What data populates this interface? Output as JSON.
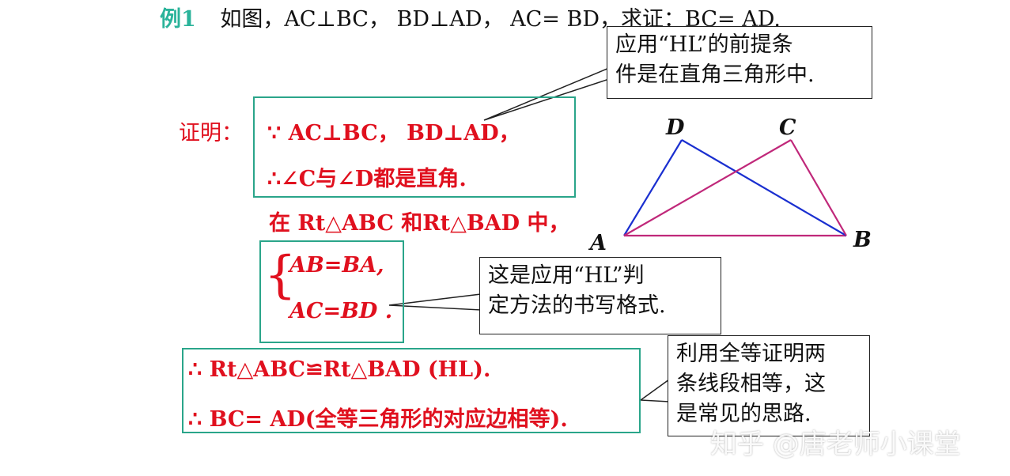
{
  "example": {
    "label": "例1",
    "statement": "如图，AC⊥BC， BD⊥AD， AC= BD，求证：BC= AD."
  },
  "callouts": {
    "hl_premise": [
      "应用“HL”的前提条",
      "件是在直角三角形中."
    ],
    "hl_format": [
      "这是应用“HL”判",
      "定方法的书写格式."
    ],
    "idea": [
      "利用全等证明两",
      "条线段相等，这",
      "是常见的思路."
    ]
  },
  "proof": {
    "label": "证明：",
    "line1": "∵ AC⊥BC， BD⊥AD，",
    "line2": "∴∠C与∠D都是直角.",
    "line3": "在 Rt△ABC 和Rt△BAD 中，",
    "sys1": "AB=BA,",
    "sys2": "AC=BD .",
    "conc1": "∴ Rt△ABC≌Rt△BAD (HL).",
    "conc2": "∴ BC= AD(全等三角形的对应边相等)."
  },
  "figure": {
    "labels": {
      "A": "A",
      "B": "B",
      "C": "C",
      "D": "D"
    },
    "colors": {
      "triangle_ABD": "#1a2fd0",
      "triangle_ABC": "#c0287a"
    }
  },
  "watermark": "知乎 @唐老师小课堂"
}
